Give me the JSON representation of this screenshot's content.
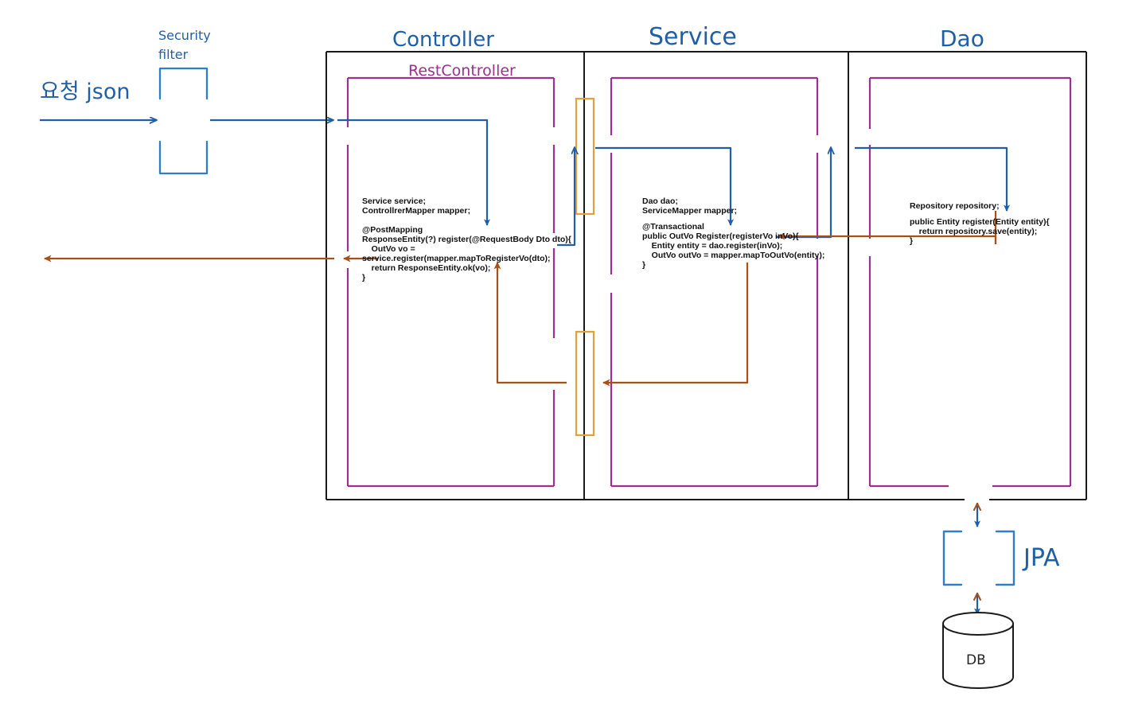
{
  "diagram": {
    "title_region": {
      "request_label": "요청 json",
      "security_filter_label_line1": "Security",
      "security_filter_label_line2": "filter"
    },
    "colors": {
      "blue": "#1f5fa8",
      "light_blue": "#2e7ec9",
      "purple": "#9c2f8f",
      "orange": "#e3a13a",
      "brown": "#a84f16",
      "black": "#1a1a1a"
    },
    "columns": [
      {
        "id": "controller",
        "title": "Controller"
      },
      {
        "id": "service",
        "title": "Service"
      },
      {
        "id": "dao",
        "title": "Dao"
      }
    ],
    "inner_box_labels": [
      {
        "id": "rest-controller",
        "label": "RestController"
      }
    ],
    "code_blocks": [
      {
        "id": "controller-code",
        "lines": [
          "Service service;",
          "ControllrerMapper mapper;",
          "",
          "@PostMapping",
          "ResponseEntity(?) register(@RequestBody Dto dto){",
          "    OutVo vo =",
          "service.register(mapper.mapToRegisterVo(dto);",
          "    return ResponseEntity.ok(vo);",
          "}"
        ]
      },
      {
        "id": "service-code",
        "lines": [
          "Dao dao;",
          "ServiceMapper mapper;",
          "",
          "@Transactional",
          "public OutVo Register(registerVo inVo){",
          "    Entity entity = dao.register(inVo);",
          "    OutVo outVo = mapper.mapToOutVo(entity);",
          "}"
        ]
      },
      {
        "id": "dao-code",
        "lines": [
          "Repository repository;",
          "",
          "public Entity register(Entity entity){",
          "    return repository.save(entity);",
          "}"
        ]
      }
    ],
    "persistence": {
      "jpa_label": "JPA",
      "db_label": "DB"
    },
    "mapper_boxes": [
      {
        "id": "mapper-box-top"
      },
      {
        "id": "mapper-box-bottom"
      }
    ]
  }
}
